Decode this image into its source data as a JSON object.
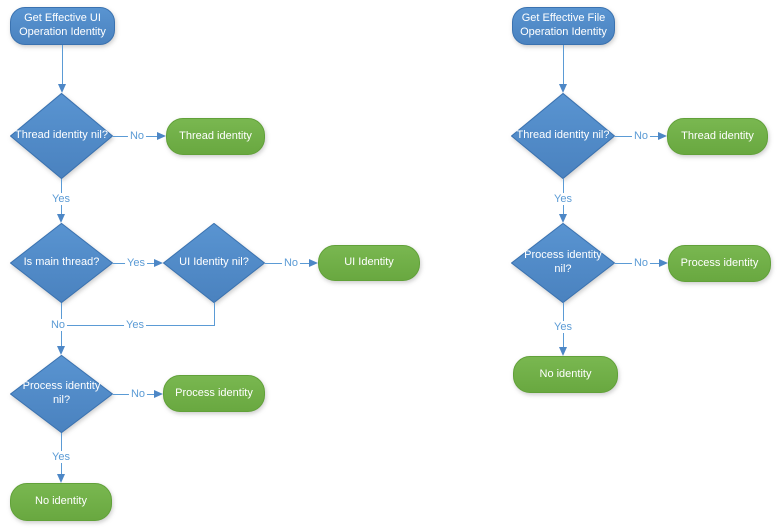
{
  "left_flow": {
    "start": "Get Effective UI Operation Identity",
    "thread_nil": "Thread identity nil?",
    "thread_result": "Thread identity",
    "is_main": "Is main thread?",
    "ui_nil": "UI Identity nil?",
    "ui_result": "UI Identity",
    "process_nil": "Process identity nil?",
    "process_result": "Process identity",
    "no_result": "No identity",
    "labels": {
      "thread_no": "No",
      "thread_yes": "Yes",
      "main_yes": "Yes",
      "ui_no": "No",
      "main_no": "No",
      "ui_yes": "Yes",
      "process_no": "No",
      "process_yes": "Yes"
    }
  },
  "right_flow": {
    "start": "Get Effective File Operation Identity",
    "thread_nil": "Thread identity nil?",
    "thread_result": "Thread identity",
    "process_nil": "Process identity nil?",
    "process_result": "Process identity",
    "no_result": "No identity",
    "labels": {
      "thread_no": "No",
      "thread_yes": "Yes",
      "process_no": "No",
      "process_yes": "Yes"
    }
  },
  "colors": {
    "node_blue": "#4a82bf",
    "node_blue_light": "#5994d1",
    "node_blue_border": "#3a72b0",
    "node_green": "#69a840",
    "node_green_light": "#79b750",
    "node_green_border": "#61a139",
    "connector": "#5b9bd5",
    "connector_dark": "#4d87c6"
  }
}
